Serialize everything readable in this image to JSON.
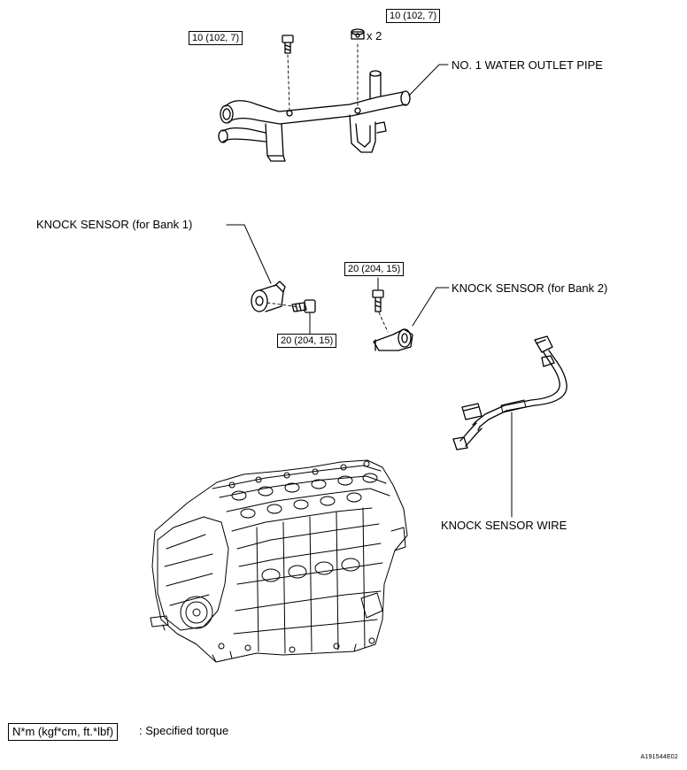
{
  "parts": {
    "water_outlet_pipe": "NO. 1 WATER OUTLET PIPE",
    "knock_sensor_bank1": "KNOCK SENSOR (for Bank 1)",
    "knock_sensor_bank2": "KNOCK SENSOR (for Bank 2)",
    "knock_sensor_wire": "KNOCK SENSOR WIRE"
  },
  "torques": {
    "pipe_bolt": "10 (102, 7)",
    "pipe_nut": "10 (102, 7)",
    "nut_quantity": "x 2",
    "bank1_bolt": "20 (204, 15)",
    "bank2_bolt": "20 (204, 15)"
  },
  "legend": {
    "unit": "N*m (kgf*cm, ft.*lbf)",
    "meaning": ": Specified torque"
  },
  "figure_code": "A191544E02"
}
